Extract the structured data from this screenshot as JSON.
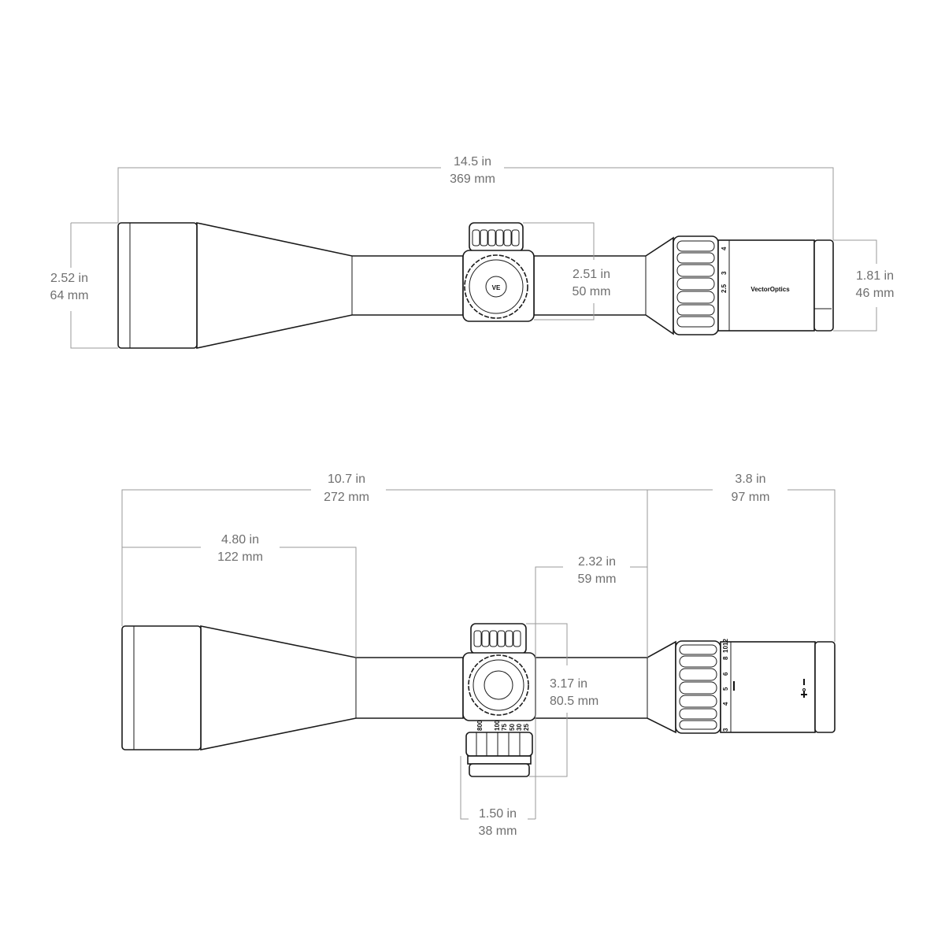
{
  "top_view": {
    "overall_length": {
      "in": "14.5 in",
      "mm": "369 mm"
    },
    "objective_diameter": {
      "in": "2.52 in",
      "mm": "64 mm"
    },
    "turret_height": {
      "in": "2.51 in",
      "mm": "50 mm"
    },
    "eyepiece_diameter": {
      "in": "1.81 in",
      "mm": "46 mm"
    },
    "magnification_marks": [
      "2.5",
      "3",
      "4"
    ],
    "brand_logo": "VectorOptics",
    "turret_logo": "VE"
  },
  "side_view": {
    "length_to_eyepiece": {
      "in": "10.7 in",
      "mm": "272 mm"
    },
    "eyepiece_length": {
      "in": "3.8 in",
      "mm": "97 mm"
    },
    "objective_length": {
      "in": "4.80 in",
      "mm": "122 mm"
    },
    "turret_to_eyepiece": {
      "in": "2.32 in",
      "mm": "59 mm"
    },
    "turret_height": {
      "in": "3.17 in",
      "mm": "80.5 mm"
    },
    "turret_width": {
      "in": "1.50 in",
      "mm": "38 mm"
    },
    "magnification_marks": [
      "3",
      "4",
      "5",
      "6",
      "8",
      "10",
      "12"
    ],
    "parallax_marks": [
      "800",
      "100",
      "75",
      "50",
      "30",
      "25"
    ]
  }
}
